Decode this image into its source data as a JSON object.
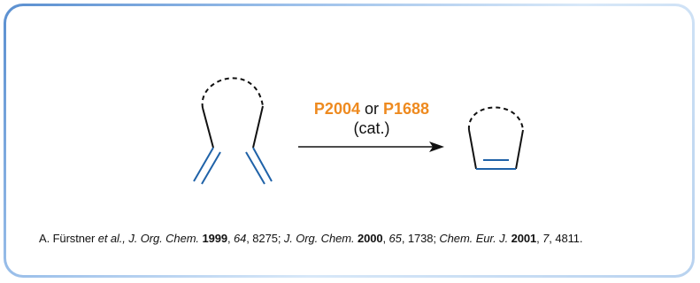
{
  "catalysts": {
    "first": "P2004",
    "joiner": " or ",
    "second": "P1688",
    "color": "#ee8a1f"
  },
  "condition": "(cat.)",
  "colors": {
    "bond": "#111111",
    "double_bond": "#1f62a8",
    "frame": "#7aa7dd"
  },
  "reference": {
    "author": "A. Fürstner ",
    "etal": "et al., ",
    "j1": "J. Org. Chem.",
    "y1": "1999",
    "v1": "64",
    "p1": ", 8275; ",
    "j2": "J. Org. Chem.",
    "y2": "2000",
    "v2": "65",
    "p2": ", 1738; ",
    "j3": "Chem. Eur. J.",
    "y3": "2001",
    "v3": "7",
    "p3": ", 4811."
  }
}
